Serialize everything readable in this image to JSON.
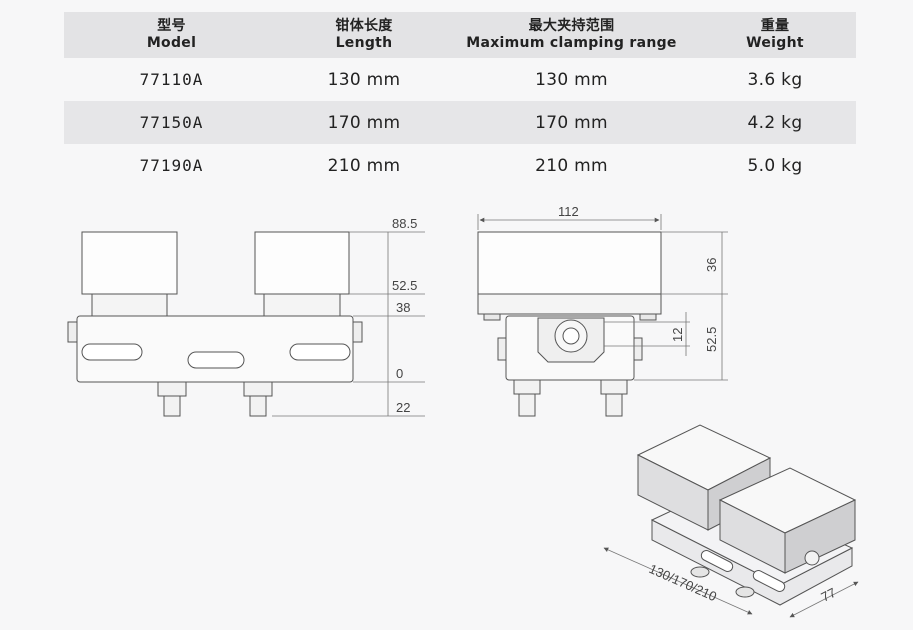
{
  "table": {
    "headers": [
      {
        "cn": "型号",
        "en": "Model"
      },
      {
        "cn": "钳体长度",
        "en": "Length"
      },
      {
        "cn": "最大夹持范围",
        "en": "Maximum clamping range"
      },
      {
        "cn": "重量",
        "en": "Weight"
      }
    ],
    "rows": [
      {
        "model": "77110A",
        "length": "130 mm",
        "range": "130 mm",
        "weight": "3.6 kg"
      },
      {
        "model": "77150A",
        "length": "170 mm",
        "range": "170 mm",
        "weight": "4.2 kg"
      },
      {
        "model": "77190A",
        "length": "210 mm",
        "range": "210 mm",
        "weight": "5.0 kg"
      }
    ]
  },
  "side_view": {
    "dims": [
      "88.5",
      "52.5",
      "38",
      "0",
      "22"
    ]
  },
  "front_view": {
    "width_dim": "112",
    "dims": [
      "36",
      "12",
      "52.5"
    ]
  },
  "iso_view": {
    "length_dim": "130/170/210",
    "width_dim": "77"
  }
}
